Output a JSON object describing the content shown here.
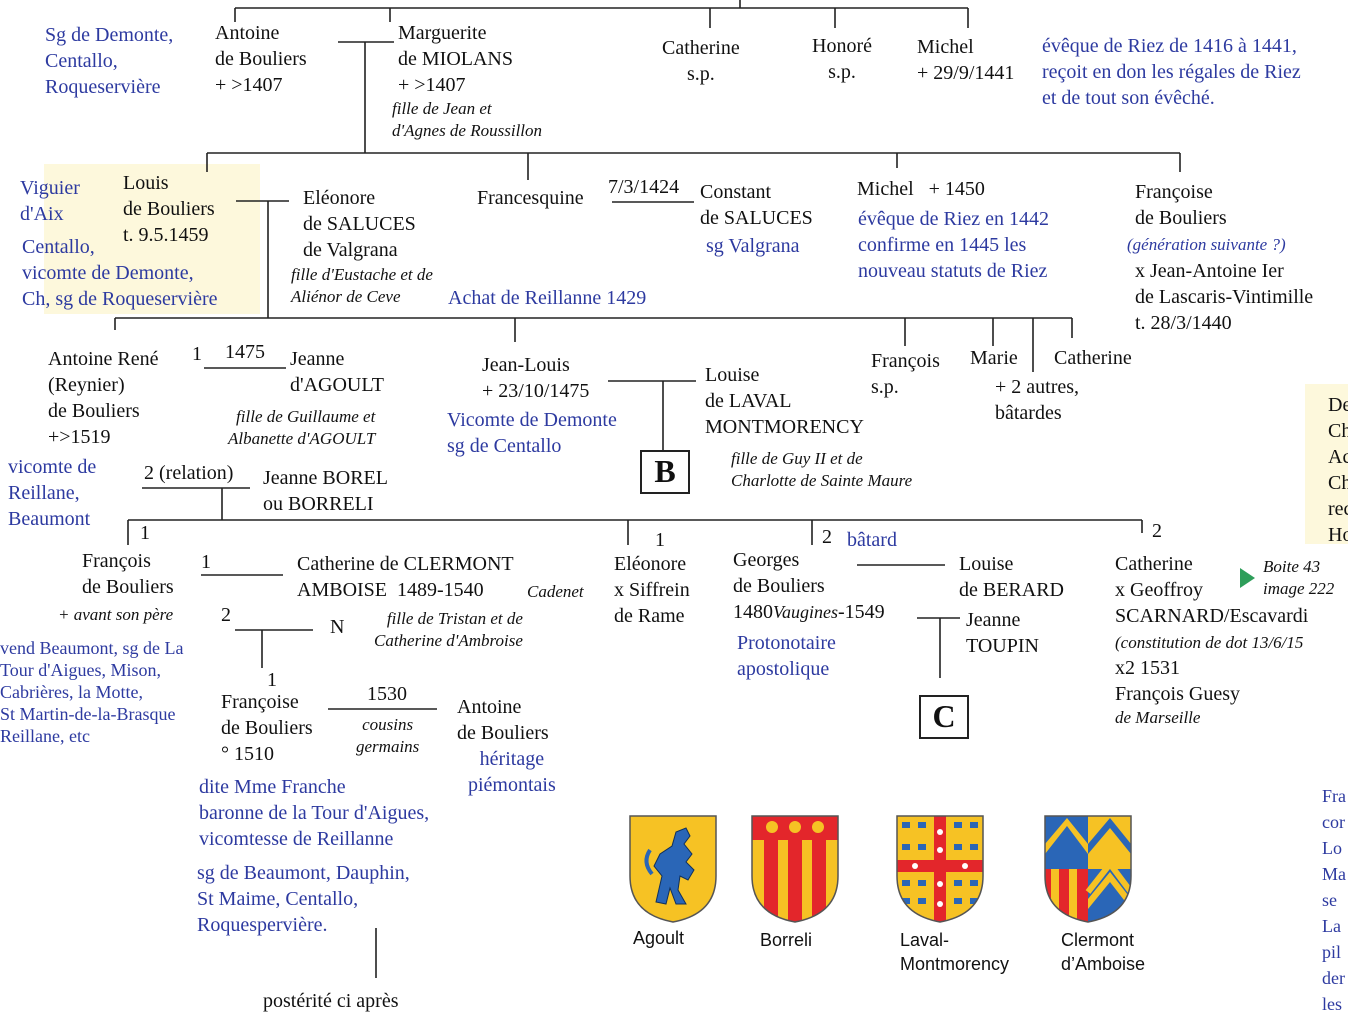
{
  "gen1": {
    "antoine_titles": "Sg de Demonte,\nCentallo,\nRoqueservière",
    "antoine": "Antoine\nde Bouliers\n+ >1407",
    "marguerite": "Marguerite\nde MIOLANS\n+ >1407",
    "marguerite_note": "fille de Jean et\nd'Agnes de Roussillon",
    "catherine": "Catherine\ns.p.",
    "honore": "Honoré\ns.p.",
    "michel": "Michel\n+ 29/9/1441",
    "michel_note": "évêque de Riez de 1416 à 1441,\nreçoit en don les régales de Riez\net de tout son évêché."
  },
  "gen2": {
    "louis_titles_a": "Viguier\nd'Aix",
    "louis": "Louis\nde Bouliers\nt. 9.5.1459",
    "louis_titles_b": "Centallo,\nvicomte de Demonte,\nCh, sg de Roqueservière",
    "eleonore": "Eléonore\nde SALUCES\nde Valgrana",
    "eleonore_note": "fille d'Eustache et de\nAliénor de Ceve",
    "achat": "Achat de Reillanne 1429",
    "francesquine": "Francesquine",
    "marriage_date": "7/3/1424",
    "constant": "Constant\nde SALUCES",
    "constant_title": "sg Valgrana",
    "michel": "Michel   + 1450",
    "michel_note": "évêque de Riez en 1442\nconfirme en 1445 les\nnouveau statuts de Riez",
    "francoise": "Françoise\nde Bouliers",
    "francoise_note": "(génération suivante ?)",
    "francoise_spouse": "x Jean-Antoine Ier\nde Lascaris-Vintimille\nt. 28/3/1440"
  },
  "gen3": {
    "antoine_rene": "Antoine René\n(Reynier)\nde Bouliers\n+>1519",
    "antoine_rene_titles": "vicomte de\nReillane,\nBeaumont",
    "m1_num": "1",
    "m1_date": "1475",
    "jeanne": "Jeanne\nd'AGOULT",
    "jeanne_note": "fille de Guillaume et\nAlbanette d'AGOULT",
    "m2_label": "2 (relation)",
    "jeanne_borel": "Jeanne BOREL\nou BORRELI",
    "jean_louis": "Jean-Louis\n+ 23/10/1475",
    "jean_louis_titles": "Vicomte de Demonte\nsg de Centallo",
    "box_b": "B",
    "louise": "Louise\nde LAVAL\nMONTMORENCY",
    "louise_note": "fille de Guy II et de\nCharlotte de Sainte Maure",
    "francois": "François\ns.p.",
    "marie": "Marie",
    "catherine": "Catherine",
    "others": "+ 2 autres,\nbâtardes",
    "right_cut": "De\nCh\nAc\nCh\nrec\nHo"
  },
  "gen4": {
    "num_f": "1",
    "francois": "François\nde Bouliers",
    "francois_note": "+ avant son père",
    "francois_titles": "vend Beaumont, sg de La\nTour d'Aigues, Mison,\nCabrières, la Motte,\nSt Martin-de-la-Brasque\nReillane, etc",
    "m1": "1",
    "m2": "2",
    "catherine_c": "Catherine de CLERMONT\nAMBOISE  1489-1540",
    "cadenet": "Cadenet",
    "catherine_c_note": "fille de Tristan et de\nCatherine d'Ambroise",
    "n": "N",
    "num_e": "1",
    "eleonore": "Eléonore\nx Siffrein\nde Rame",
    "num_g": "2",
    "batard": "bâtard",
    "georges_a": "Georges\nde Bouliers",
    "georges_b1": "1480",
    "georges_b2": "Vaugines",
    "georges_b3": "-1549",
    "georges_titles": "Protonotaire\napostolique",
    "louise_b": "Louise\nde BERARD",
    "jeanne_t": "Jeanne\nTOUPIN",
    "box_c": "C",
    "num_c": "2",
    "catherine2": "Catherine\nx Geoffroy\nSCARNARD/Escavardi",
    "catherine2_note": "(constitution de dot 13/6/15",
    "catherine2_more": "x2 1531\nFrançois Guesy",
    "catherine2_place": "de Marseille",
    "boite": "Boite 43\nimage 222"
  },
  "gen5": {
    "num": "1",
    "francoise": "Françoise\nde Bouliers\n° 1510",
    "date": "1530",
    "cousins": "cousins\ngermains",
    "antoine": "Antoine\nde Bouliers",
    "antoine_note": "héritage\npiémontais",
    "francoise_titles_a": "dite Mme Franche\nbaronne de la Tour d'Aigues,\nvicomtesse de Reillanne",
    "francoise_titles_b": "sg de Beaumont, Dauphin,\nSt Maime, Centallo,\nRoquespervière.",
    "posterite": "postérité ci après",
    "right_cut": "Fra\ncor\nLo\nMa\nse \nLa\npil\nder\nles"
  },
  "arms": [
    {
      "label": "Agoult"
    },
    {
      "label": "Borreli"
    },
    {
      "label": "Laval-\nMontmorency"
    },
    {
      "label": "Clermont\nd’Amboise"
    }
  ],
  "colors": {
    "annotation": "#2d3aa0",
    "highlight": "#fdf8dc",
    "gold": "#f6c224",
    "red": "#e3262b",
    "blue": "#2a66b7"
  }
}
